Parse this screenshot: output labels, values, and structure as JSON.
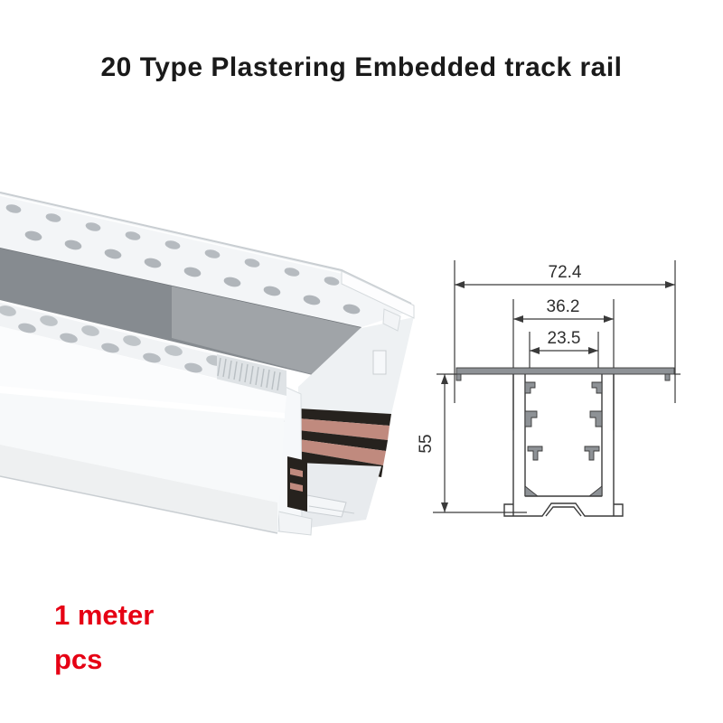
{
  "page": {
    "background": "#ffffff"
  },
  "title": {
    "text": "20 Type Plastering Embedded track rail",
    "color": "#1a1a1a"
  },
  "note": {
    "lines": [
      "1 meter",
      "pcs"
    ],
    "color": "#e60014"
  },
  "photo": {
    "description": "White plastering embedded magnetic track rail, perspective view with perforated plaster-in flanges, gray inner channel and copper conductor strips at the cut end",
    "colors": {
      "body_white": "#f7f9fa",
      "flange_white": "#f3f5f7",
      "channel_gray": "#868b90",
      "copper": "#c08a7e",
      "conductor_black": "#26221e",
      "hole_gray": "#b6bbc0"
    }
  },
  "diagram": {
    "unit": "mm",
    "dims": {
      "overall_width": "72.4",
      "outer_channel_width": "36.2",
      "inner_channel_width": "23.5",
      "height": "55"
    },
    "line_color": "#3a3a3a"
  }
}
